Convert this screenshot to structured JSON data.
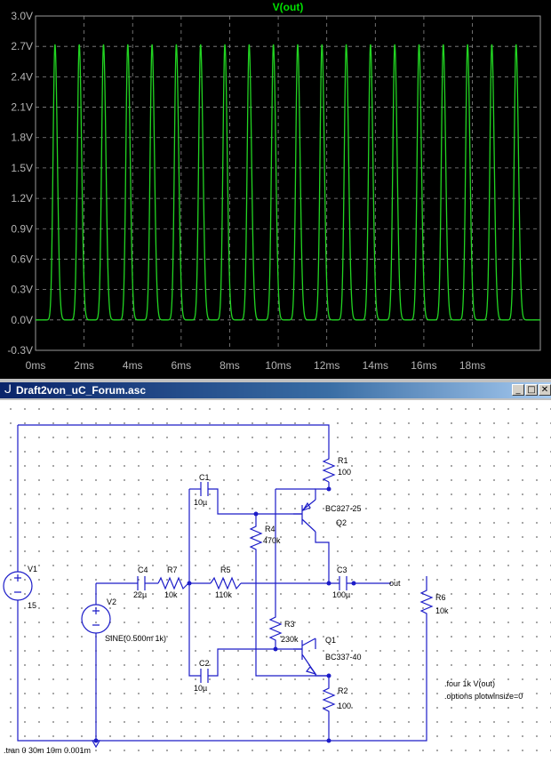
{
  "plot": {
    "title": "V(out)",
    "trace_color": "#22d422",
    "background": "#000000",
    "grid_color": "#8a8a8a",
    "label_color": "#b4b4b4"
  },
  "chart_data": {
    "type": "line",
    "title": "V(out)",
    "xlabel": "",
    "ylabel": "",
    "x_unit": "ms",
    "y_unit": "V",
    "xlim": [
      0,
      20.8
    ],
    "ylim": [
      -0.3,
      3.0
    ],
    "grid": true,
    "x_ticks": [
      "0ms",
      "2ms",
      "4ms",
      "6ms",
      "8ms",
      "10ms",
      "12ms",
      "14ms",
      "16ms",
      "18ms"
    ],
    "y_ticks": [
      "3.0V",
      "2.7V",
      "2.4V",
      "2.1V",
      "1.8V",
      "1.5V",
      "1.2V",
      "0.9V",
      "0.6V",
      "0.3V",
      "0.0V",
      "-0.3V"
    ],
    "series": [
      {
        "name": "V(out)",
        "pulse_period_ms": 1.0,
        "first_peak_ms": 0.8,
        "baseline_v": 0.0,
        "peak_v": 2.72,
        "pulse_count": 20
      }
    ]
  },
  "schematic": {
    "window_title": "Draft2von_uC_Forum.asc",
    "window_buttons": [
      "_",
      "□",
      "✕"
    ],
    "labels": {
      "R1": "R1",
      "R1_val": "100",
      "C1": "C1",
      "C1_val": "10µ",
      "Q2_model": "BC327-25",
      "Q2": "Q2",
      "R4": "R4",
      "R4_val": "470k",
      "V1": "V1",
      "V1_val": "15",
      "C4": "C4",
      "C4_val": "22µ",
      "R7": "R7",
      "R7_val": "10k",
      "R5": "R5",
      "R5_val": "110k",
      "C3": "C3",
      "C3_val": "100µ",
      "out": "out",
      "R6": "R6",
      "R6_val": "10k",
      "V2": "V2",
      "V2_val": "SINE(0.500m 1k)",
      "R3": "R3",
      "R3_val": "230k",
      "Q1": "Q1",
      "Q1_model": "BC337-40",
      "C2": "C2",
      "C2_val": "10µ",
      "R2": "R2",
      "R2_val": "100",
      "directive1": ".four 1k V(out)",
      "directive2": ".options plotwinsize=0",
      "directive3": ".tran 0 30m 10m 0.001m"
    }
  }
}
